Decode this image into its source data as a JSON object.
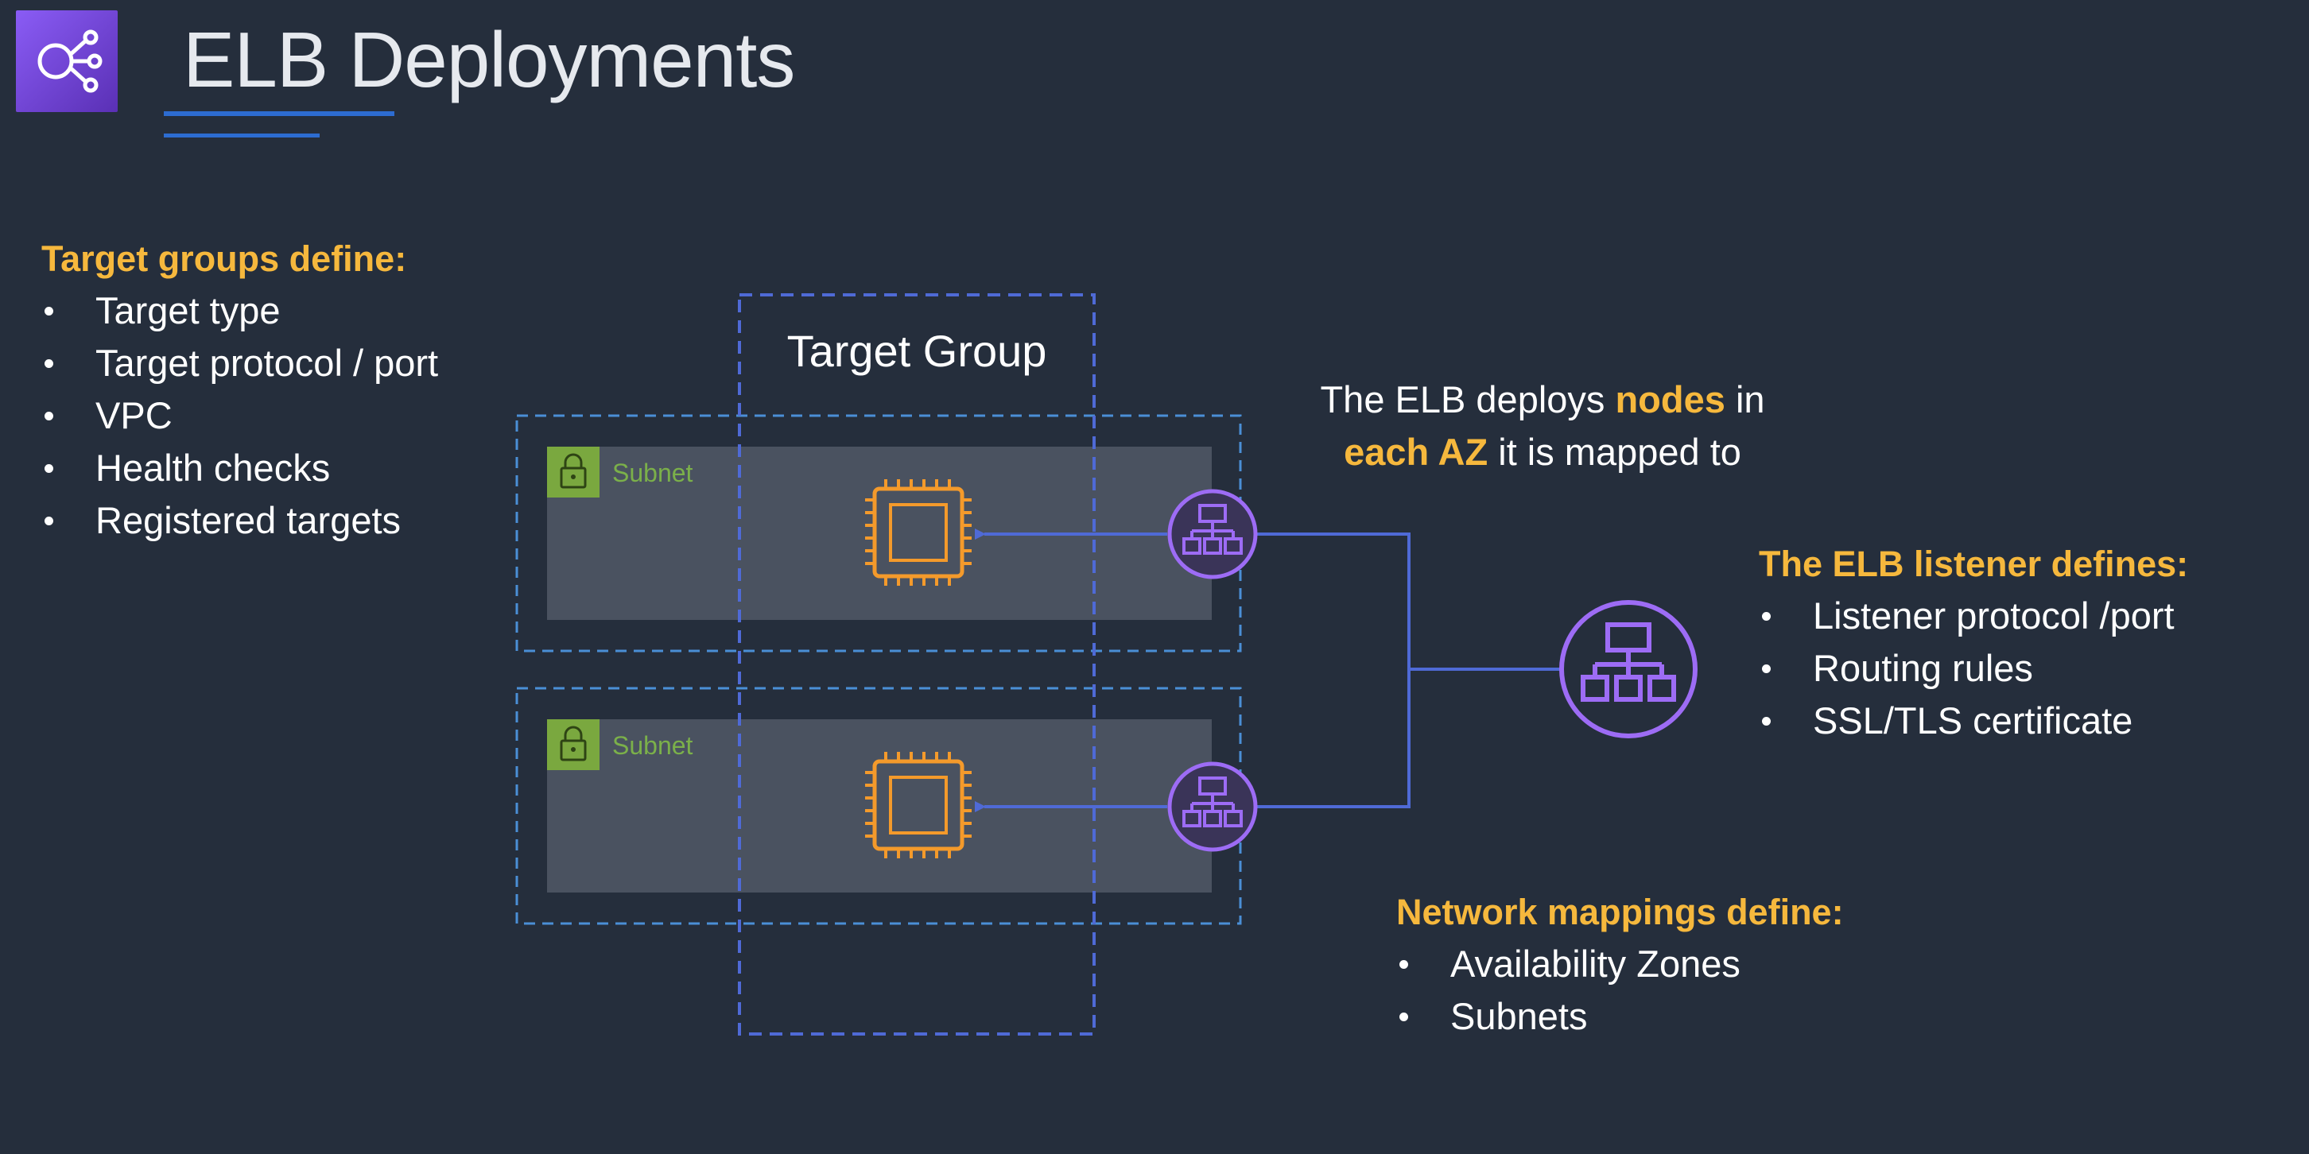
{
  "header": {
    "title": "ELB Deployments",
    "logo_icon": "elastic-load-balancing-icon"
  },
  "target_groups": {
    "heading": "Target groups define:",
    "items": [
      "Target type",
      "Target protocol / port",
      "VPC",
      "Health checks",
      "Registered targets"
    ]
  },
  "diagram": {
    "target_group_label": "Target Group",
    "subnets": [
      {
        "label": "Subnet",
        "icon": "lock-icon",
        "target_icon": "ec2-instance-chip-icon",
        "node_icon": "elb-node-icon"
      },
      {
        "label": "Subnet",
        "icon": "lock-icon",
        "target_icon": "ec2-instance-chip-icon",
        "node_icon": "elb-node-icon"
      }
    ],
    "load_balancer_icon": "elb-load-balancer-icon"
  },
  "elb_note": {
    "part1": "The ELB deploys ",
    "highlight1": "nodes",
    "part2": " in",
    "highlight2": "each AZ",
    "part3": " it is mapped to"
  },
  "listener": {
    "heading": "The ELB listener defines:",
    "items": [
      "Listener protocol /port",
      "Routing rules",
      "SSL/TLS certificate"
    ]
  },
  "network_mappings": {
    "heading": "Network mappings define:",
    "items": [
      "Availability Zones",
      "Subnets"
    ]
  },
  "colors": {
    "background": "#252e3c",
    "accent_orange": "#f6b83d",
    "title_underline": "#2d6cd1",
    "dashed_border": "#4a8fd6",
    "subnet_fill": "#4a5260",
    "subnet_green": "#7aa83f",
    "chip_orange": "#f49a2b",
    "elb_purple": "#9d6cf5",
    "connector_blue": "#4f6ad6"
  }
}
